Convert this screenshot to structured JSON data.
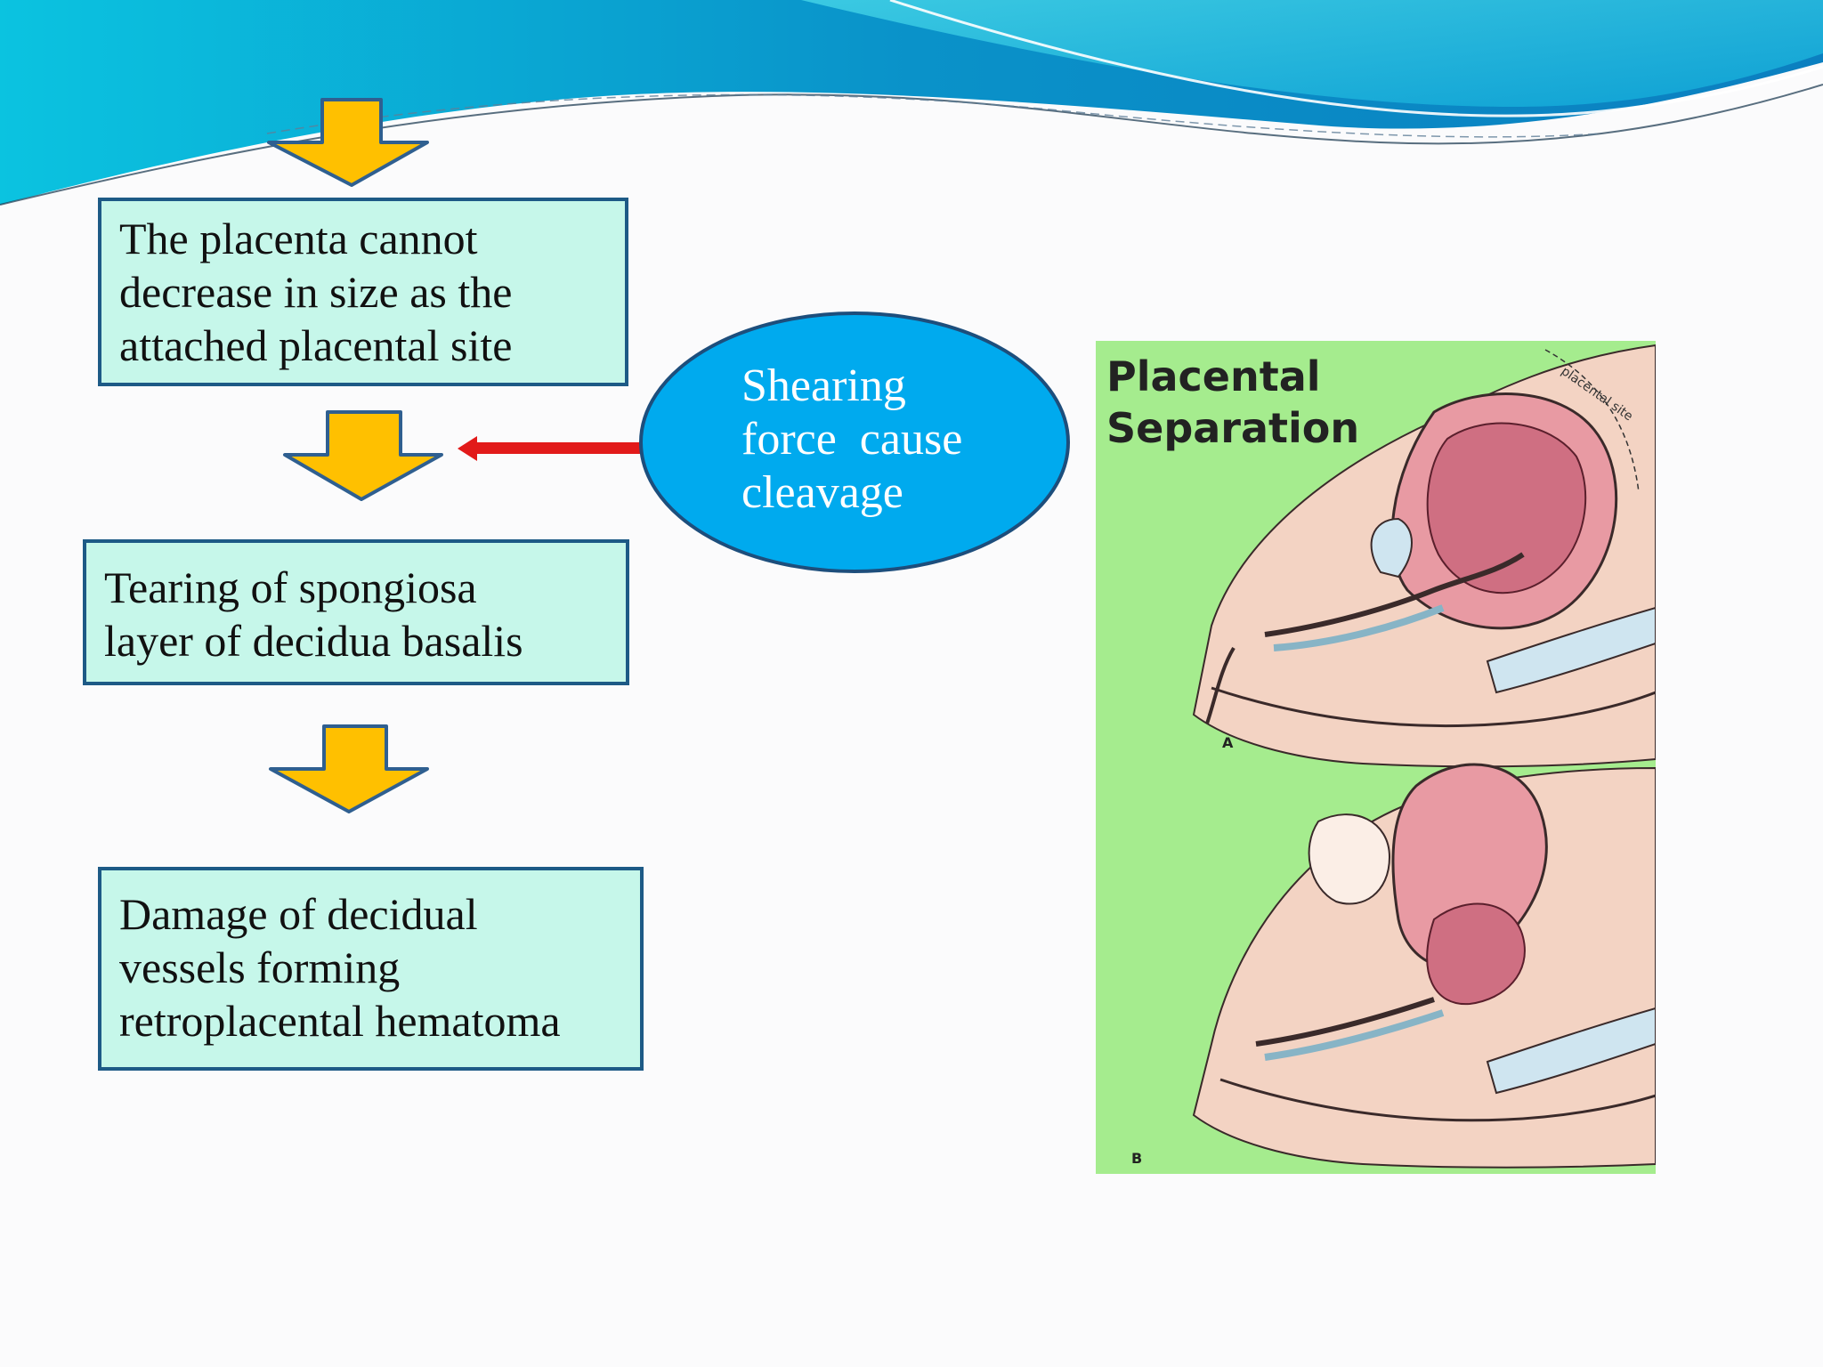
{
  "flow": {
    "step1": [
      "The placenta cannot",
      "decrease in size as the",
      "attached placental site"
    ],
    "step2": [
      "Tearing of spongiosa",
      "layer of decidua basalis"
    ],
    "step3": [
      "Damage of decidual",
      "vessels forming",
      "retroplacental hematoma"
    ]
  },
  "callout": {
    "lines": [
      "Shearing",
      "force  cause",
      "cleavage"
    ]
  },
  "figure": {
    "title_lines": [
      "Placental",
      "Separation"
    ],
    "arc_label": "placental site",
    "panel_a": "A",
    "panel_b": "B"
  },
  "colors": {
    "box_fill": "#c6f7ea",
    "box_border": "#1d5a86",
    "arrow_fill": "#ffc000",
    "arrow_stroke": "#2f5f90",
    "ellipse_fill": "#00aaee",
    "pointer": "#e21a1a",
    "figure_bg": "#a5ec8e"
  }
}
